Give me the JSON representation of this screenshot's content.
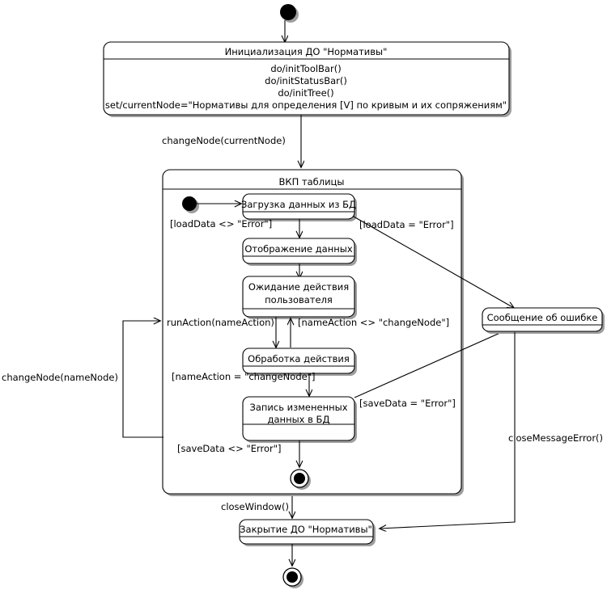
{
  "diagram": {
    "kind": "uml-statechart",
    "language": "ru",
    "title": "UML statechart diagram"
  },
  "states": {
    "init_pseudostate": {
      "name": "initial-state"
    },
    "initialization": {
      "title": "Инициализация ДО \"Нормативы\"",
      "actions": [
        "do/initToolBar()",
        "do/initStatusBar()",
        "do/initTree()",
        "set/currentNode=\"Нормативы для определения [V] по кривым и их сопряжениям\""
      ]
    },
    "composite": {
      "title": "ВКП таблицы"
    },
    "load_data": {
      "title": "Загрузка данных из БД"
    },
    "show_data": {
      "title": "Отображение данных"
    },
    "wait_action": {
      "title_line1": "Ожидание действия",
      "title_line2": "пользователя"
    },
    "process_action": {
      "title": "Обработка действия"
    },
    "save_data": {
      "title_line1": "Запись измененных",
      "title_line2": "данных в БД"
    },
    "error_message": {
      "title": "Сообщение об ошибке"
    },
    "closing": {
      "title": "Закрытие ДО \"Нормативы\""
    },
    "inner_final": {
      "name": "inner-final-state"
    },
    "outer_final": {
      "name": "outer-final-state"
    }
  },
  "transitions": {
    "change_node_current": "changeNode(currentNode)",
    "load_ok": "[loadData <> \"Error\"]",
    "load_error": "[loadData = \"Error\"]",
    "run_action": "runAction(nameAction)",
    "name_action_ne": "[nameAction <> \"changeNode\"]",
    "name_action_eq": "[nameAction = \"changeNode\"]",
    "save_error": "[saveData = \"Error\"]",
    "save_ok": "[saveData <> \"Error\"]",
    "change_node_name": "changeNode(nameNode)",
    "close_window": "closeWindow()",
    "close_message_error": "closeMessageError()"
  },
  "colors": {
    "stroke": "#000000",
    "fill": "#ffffff",
    "shadow": "#9e9e9e"
  }
}
